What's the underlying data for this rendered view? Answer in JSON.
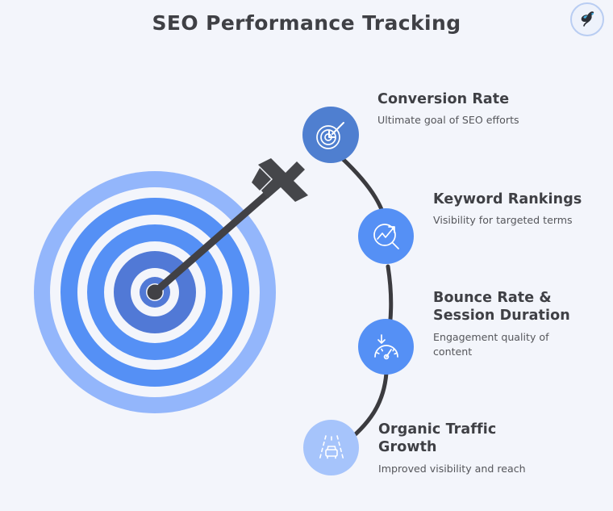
{
  "page": {
    "title": "SEO Performance Tracking",
    "background_color": "#f3f5fb",
    "heading_color": "#3f4045",
    "description_color": "#55565b"
  },
  "badge": {
    "icon": "profile-silhouette-logo",
    "ring_color": "#b9cdf2"
  },
  "target_graphic": {
    "icon": "target-with-arrow",
    "ring_colors": [
      "#93b6fb",
      "#5590f5",
      "#5590f5",
      "#5179d6",
      "#5179d6"
    ],
    "arrow_color": "#414145",
    "gap_color": "#f3f5fb"
  },
  "connector": {
    "color": "#3b3b3f",
    "width": 5
  },
  "milestones": [
    {
      "heading": "Conversion Rate",
      "description": "Ultimate goal of SEO efforts",
      "icon": "target-arrow-icon",
      "circle_color": "#4f7fd0"
    },
    {
      "heading": "Keyword Rankings",
      "description": "Visibility for targeted terms",
      "icon": "search-trend-icon",
      "circle_color": "#5590f5"
    },
    {
      "heading": "Bounce Rate &\nSession Duration",
      "description": "Engagement quality of content",
      "icon": "gauge-down-arrow-icon",
      "circle_color": "#5590f5"
    },
    {
      "heading": "Organic Traffic\nGrowth",
      "description": "Improved visibility and reach",
      "icon": "road-traffic-icon",
      "circle_color": "#a6c4fb"
    }
  ]
}
